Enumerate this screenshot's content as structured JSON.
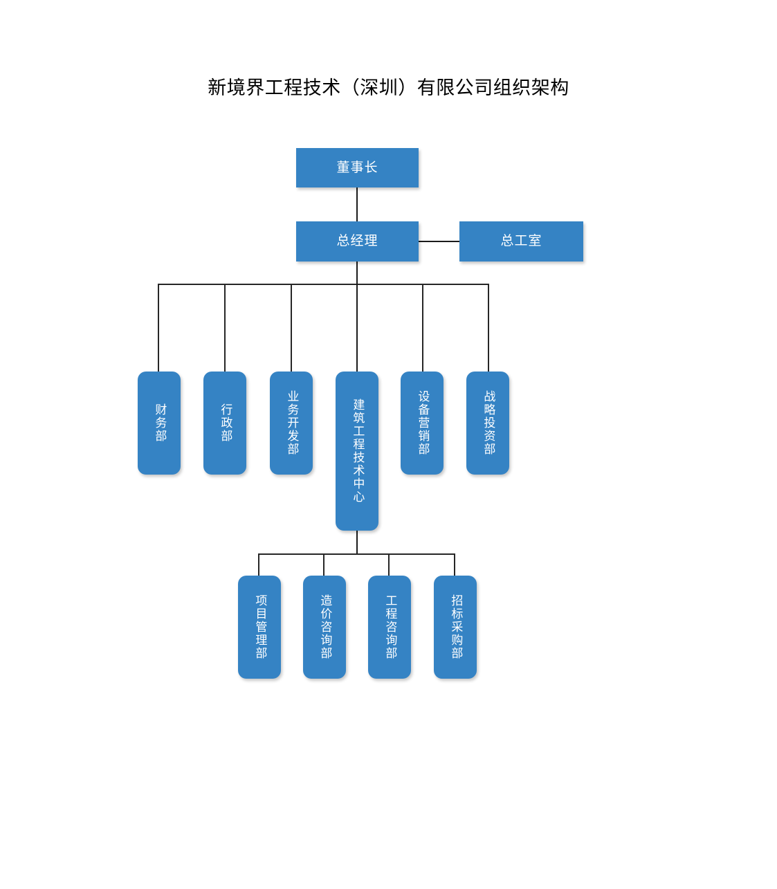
{
  "title": "新境界工程技术（深圳）有限公司组织架构",
  "theme": {
    "node_fill": "#3583c4",
    "node_text": "#ffffff",
    "line_color": "#1a1a1a",
    "background": "#ffffff"
  },
  "nodes": {
    "chairman": {
      "label": "董事长"
    },
    "general_manager": {
      "label": "总经理"
    },
    "chief_engineer_office": {
      "label": "总工室"
    },
    "departments": [
      {
        "label": "财务部"
      },
      {
        "label": "行政部"
      },
      {
        "label": "业务开发部"
      },
      {
        "label": "建筑工程技术中心"
      },
      {
        "label": "设备营销部"
      },
      {
        "label": "战略投资部"
      }
    ],
    "sub_departments": [
      {
        "label": "项目管理部"
      },
      {
        "label": "造价咨询部"
      },
      {
        "label": "工程咨询部"
      },
      {
        "label": "招标采购部"
      }
    ]
  }
}
